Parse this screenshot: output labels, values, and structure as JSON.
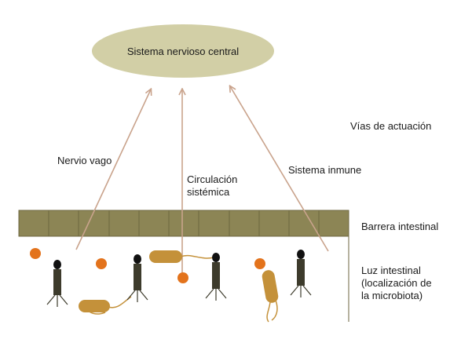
{
  "cns_label": "Sistema nervioso central",
  "pathways_heading": "Vías de actuación",
  "pathways": {
    "vagus": "Nervio vago",
    "circulation_line1": "Circulación",
    "circulation_line2": "sistémica",
    "immune": "Sistema inmune"
  },
  "barrier_label": "Barrera intestinal",
  "lumen_label_line1": "Luz intestinal",
  "lumen_label_line2": "(localización de",
  "lumen_label_line3": "la microbiota)",
  "colors": {
    "cns_fill": "#d2cfa6",
    "barrier_fill": "#8c8555",
    "barrier_stroke": "#6c6640",
    "arrow": "#c9a38c",
    "orange": "#e3731c",
    "rod": "#c4913a",
    "phage": "#3d3b2c"
  }
}
